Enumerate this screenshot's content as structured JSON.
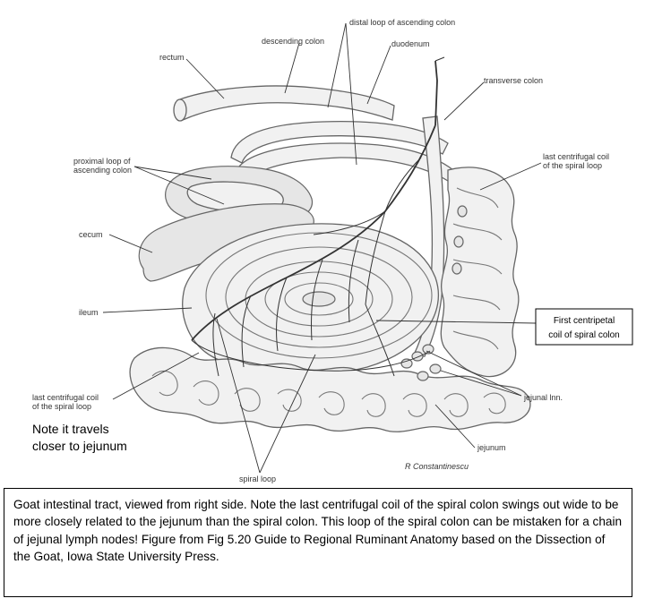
{
  "figure": {
    "labels": {
      "distal_loop": "distal loop of ascending colon",
      "descending_colon": "descending colon",
      "duodenum": "duodenum",
      "rectum": "rectum",
      "transverse_colon": "transverse colon",
      "proximal_loop_1": "proximal loop of",
      "proximal_loop_2": "ascending colon",
      "last_centrifugal_right_1": "last centrifugal coil",
      "last_centrifugal_right_2": "of the spiral loop",
      "cecum": "cecum",
      "ileum": "ileum",
      "last_centrifugal_left_1": "last centrifugal coil",
      "last_centrifugal_left_2": "of the spiral loop",
      "jejunal_lnn": "jejunal lnn.",
      "jejunum": "jejunum",
      "spiral_loop": "spiral loop",
      "signature": "R Constantinescu"
    },
    "note_lines": [
      "Note it travels",
      "closer to jejunum"
    ],
    "callout_lines": [
      "First centripetal",
      "coil of spiral colon"
    ]
  },
  "caption": "Goat intestinal tract, viewed from right side. Note the last centrifugal coil of the spiral colon swings out wide to be more closely related to the jejunum than the spiral colon. This loop of the spiral colon can be mistaken for a chain of jejunal lymph nodes! Figure from Fig 5.20 Guide to Regional Ruminant Anatomy based on the Dissection of the Goat, Iowa State University Press."
}
